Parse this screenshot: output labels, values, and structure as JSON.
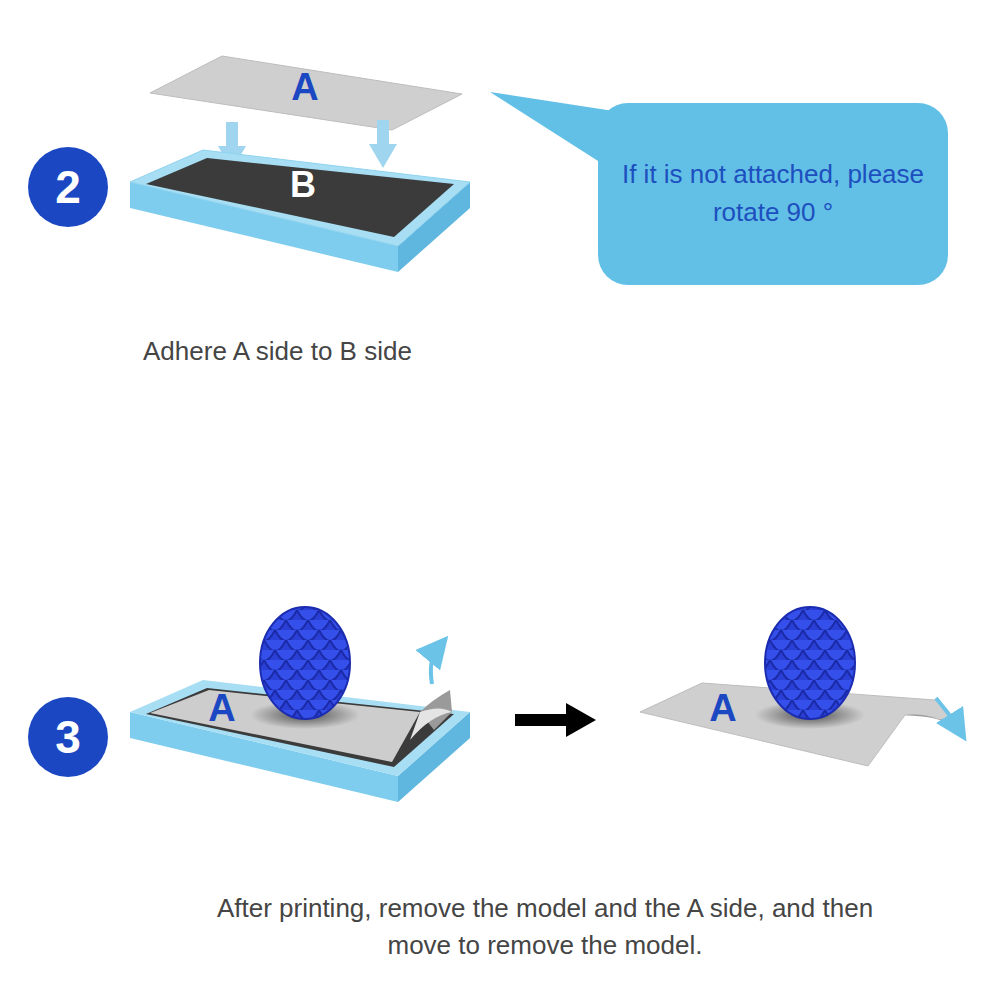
{
  "diagram": {
    "caption": "After printing, remove the model and the A side, and then move to remove the model.",
    "nodes": [
      {
        "text": [
          "2"
        ]
      },
      {
        "text": [
          "If it is not attached, please rotate 90 °"
        ]
      },
      {
        "text": [
          "3"
        ]
      }
    ],
    "labels": [
      "A",
      "B",
      "Adhere A side to B side",
      "A",
      "A"
    ]
  }
}
